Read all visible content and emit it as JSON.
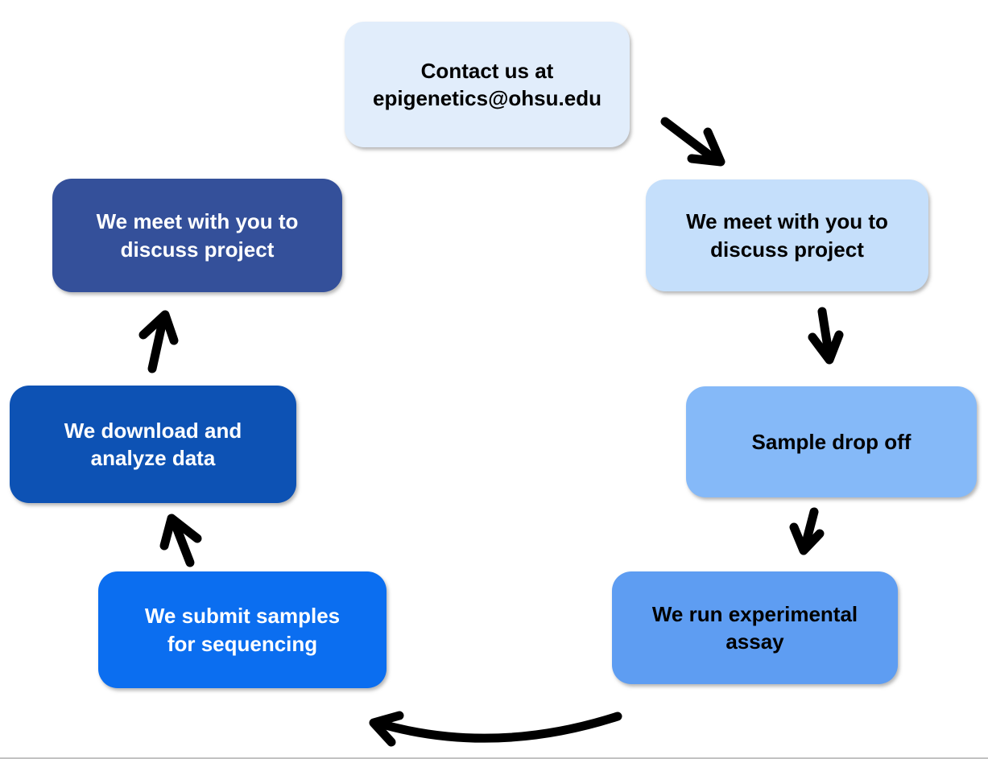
{
  "diagram": {
    "arrow_color": "#000000",
    "background": "#ffffff",
    "nodes": [
      {
        "id": "contact",
        "label": "Contact us at\nepigenetics@ohsu.edu",
        "bg": "#e1edfb",
        "fg": "#000000"
      },
      {
        "id": "meet-right",
        "label": "We meet with you to\ndiscuss project",
        "bg": "#c5dffb",
        "fg": "#000000"
      },
      {
        "id": "sample-dropoff",
        "label": "Sample drop off",
        "bg": "#85b9f8",
        "fg": "#000000"
      },
      {
        "id": "run-assay",
        "label": "We run experimental\nassay",
        "bg": "#5e9df2",
        "fg": "#000000"
      },
      {
        "id": "submit-samples",
        "label": "We submit samples\nfor sequencing",
        "bg": "#0b6ef0",
        "fg": "#ffffff"
      },
      {
        "id": "download-analyze",
        "label": "We download and\nanalyze data",
        "bg": "#0d52b4",
        "fg": "#ffffff"
      },
      {
        "id": "meet-left",
        "label": "We meet with you to\ndiscuss project",
        "bg": "#34509a",
        "fg": "#ffffff"
      }
    ],
    "arrows": [
      {
        "from": "contact",
        "to": "meet-right",
        "direction": "down-right"
      },
      {
        "from": "meet-right",
        "to": "sample-dropoff",
        "direction": "down"
      },
      {
        "from": "sample-dropoff",
        "to": "run-assay",
        "direction": "down"
      },
      {
        "from": "run-assay",
        "to": "submit-samples",
        "direction": "left-curved"
      },
      {
        "from": "submit-samples",
        "to": "download-analyze",
        "direction": "up-left"
      },
      {
        "from": "download-analyze",
        "to": "meet-left",
        "direction": "up"
      }
    ]
  }
}
